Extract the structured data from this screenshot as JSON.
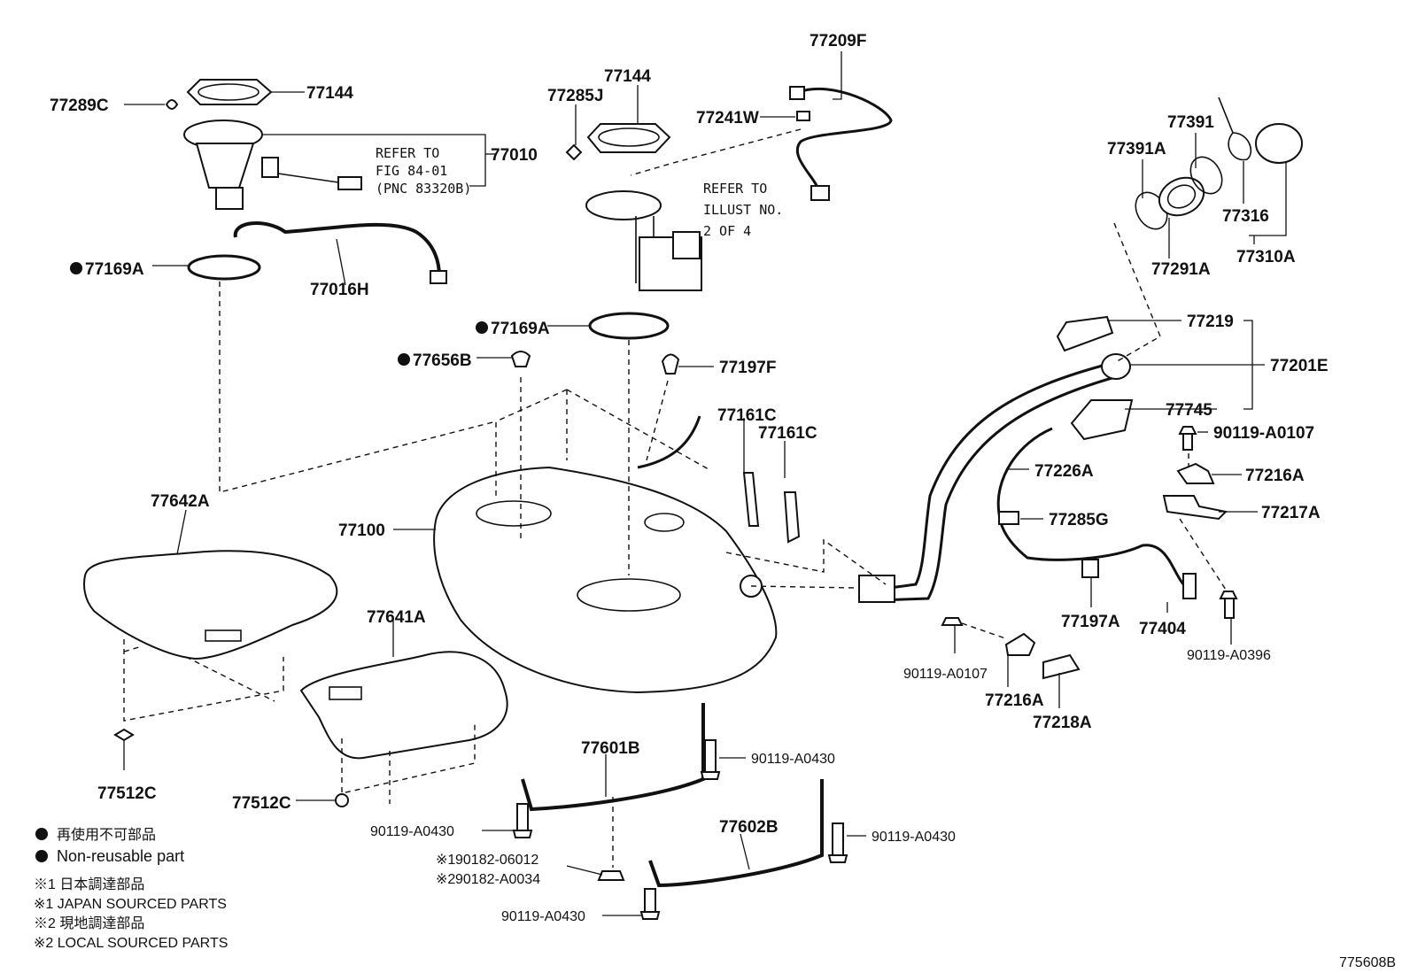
{
  "labels": {
    "p77209F": "77209F",
    "p77144_a": "77144",
    "p77144_b": "77144",
    "p77289C": "77289C",
    "p77285J": "77285J",
    "p77241W": "77241W",
    "p77010": "77010",
    "p77391A": "77391A",
    "p77391": "77391",
    "p77316": "77316",
    "p77291A": "77291A",
    "p77310A": "77310A",
    "p77169A_a": "77169A",
    "p77169A_b": "77169A",
    "p77016H": "77016H",
    "p77656B": "77656B",
    "p77197F": "77197F",
    "p77219": "77219",
    "p77201E": "77201E",
    "p77745": "77745",
    "p77161C_a": "77161C",
    "p77161C_b": "77161C",
    "p90119A0107_a": "90119-A0107",
    "p77226A": "77226A",
    "p77216A_a": "77216A",
    "p77217A": "77217A",
    "p77642A": "77642A",
    "p77100": "77100",
    "p77285G": "77285G",
    "p77641A": "77641A",
    "p77197A": "77197A",
    "p77404": "77404",
    "p90119A0107_b": "90119-A0107",
    "p90119A0396": "90119-A0396",
    "p77216A_b": "77216A",
    "p77218A": "77218A",
    "p77601B": "77601B",
    "p90119A0430_a": "90119-A0430",
    "p77512C_a": "77512C",
    "p77512C_b": "77512C",
    "p90119A0430_b": "90119-A0430",
    "p77602B": "77602B",
    "p90119A0430_c": "90119-A0430",
    "p9018206012": "90182-06012",
    "p90182A0034": "90182-A0034",
    "p90119A0430_d": "90119-A0430"
  },
  "refer": {
    "a1": "REFER TO",
    "a2": "FIG 84-01",
    "a3": "(PNC 83320B)",
    "b1": "REFER TO",
    "b2": "ILLUST NO.",
    "b3": "2 OF 4"
  },
  "marks": {
    "ref1": "※1",
    "ref2": "※2"
  },
  "legend": {
    "jp_nonreusable": "再使用不可部品",
    "en_nonreusable": "Non-reusable part",
    "jp_japan": "※1 日本調達部品",
    "en_japan": "※1 JAPAN SOURCED PARTS",
    "jp_local": "※2 現地調達部品",
    "en_local": "※2 LOCAL SOURCED PARTS"
  },
  "illustration_id": "775608B"
}
